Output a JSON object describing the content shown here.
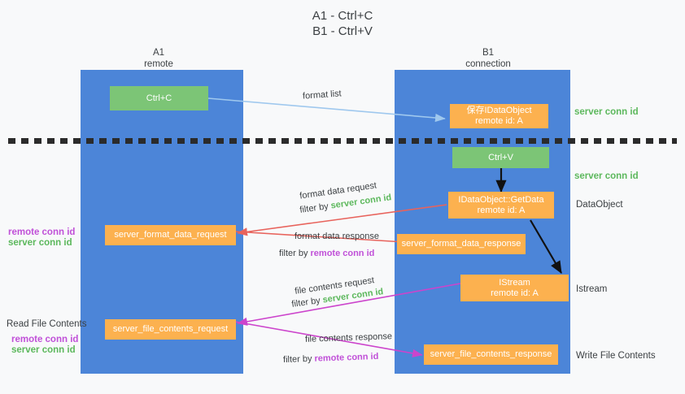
{
  "title": "A1 - Ctrl+C\nB1 - Ctrl+V",
  "colors": {
    "column_blue": "#4c85d8",
    "node_green": "#7cc576",
    "node_orange": "#fcb14f",
    "server_conn_green": "#5cb85c",
    "remote_conn_purple": "#c050d8",
    "arrow_lightblue": "#9fc8ee",
    "arrow_red": "#e8635c",
    "arrow_magenta": "#cc44cc",
    "arrow_black": "#000000",
    "text_dark": "#3c4043"
  },
  "columns": [
    {
      "id": "a1",
      "header": "A1\nremote"
    },
    {
      "id": "b1",
      "header": "B1\nconnection"
    }
  ],
  "nodes": [
    {
      "id": "ctrl-c",
      "label": "Ctrl+C",
      "style": "green",
      "column": "a1"
    },
    {
      "id": "save-idataobject",
      "label": "保存IDataObject\nremote id: A",
      "style": "orange",
      "column": "b1"
    },
    {
      "id": "ctrl-v",
      "label": "Ctrl+V",
      "style": "green",
      "column": "b1"
    },
    {
      "id": "idataobject-getdata",
      "label": "IDataObject::GetData\nremote id: A",
      "style": "orange",
      "column": "b1"
    },
    {
      "id": "server-format-data-request",
      "label": "server_format_data_request",
      "style": "orange",
      "column": "a1"
    },
    {
      "id": "server-format-data-response",
      "label": "server_format_data_response",
      "style": "orange",
      "column": "b1"
    },
    {
      "id": "istream",
      "label": "IStream\nremote id: A",
      "style": "orange",
      "column": "b1"
    },
    {
      "id": "server-file-contents-request",
      "label": "server_file_contents_request",
      "style": "orange",
      "column": "a1"
    },
    {
      "id": "server-file-contents-response",
      "label": "server_file_contents_response",
      "style": "orange",
      "column": "b1"
    }
  ],
  "edge_labels": {
    "format_list": "format list",
    "format_data_request": "format data request",
    "format_data_request_filter_prefix": "filter by ",
    "format_data_request_filter_value": "server conn id",
    "format_data_response": "format data response",
    "format_data_response_filter_prefix": "filter by ",
    "format_data_response_filter_value": "remote conn id",
    "file_contents_request": "file contents request",
    "file_contents_request_filter_prefix": "filter by ",
    "file_contents_request_filter_value": "server conn id",
    "file_contents_response": "file contents response",
    "file_contents_response_filter_prefix": "filter by ",
    "file_contents_response_filter_value": "remote conn id"
  },
  "right_labels": {
    "server_conn_id_top": "server conn id",
    "server_conn_id_second": "server conn id",
    "dataobject": "DataObject",
    "istream": "Istream",
    "write_file_contents": "Write File Contents"
  },
  "left_labels": {
    "remote_conn_id_upper": "remote conn id",
    "server_conn_id_upper": "server conn id",
    "read_file_contents": "Read File Contents",
    "remote_conn_id_lower": "remote conn id",
    "server_conn_id_lower": "server conn id"
  }
}
